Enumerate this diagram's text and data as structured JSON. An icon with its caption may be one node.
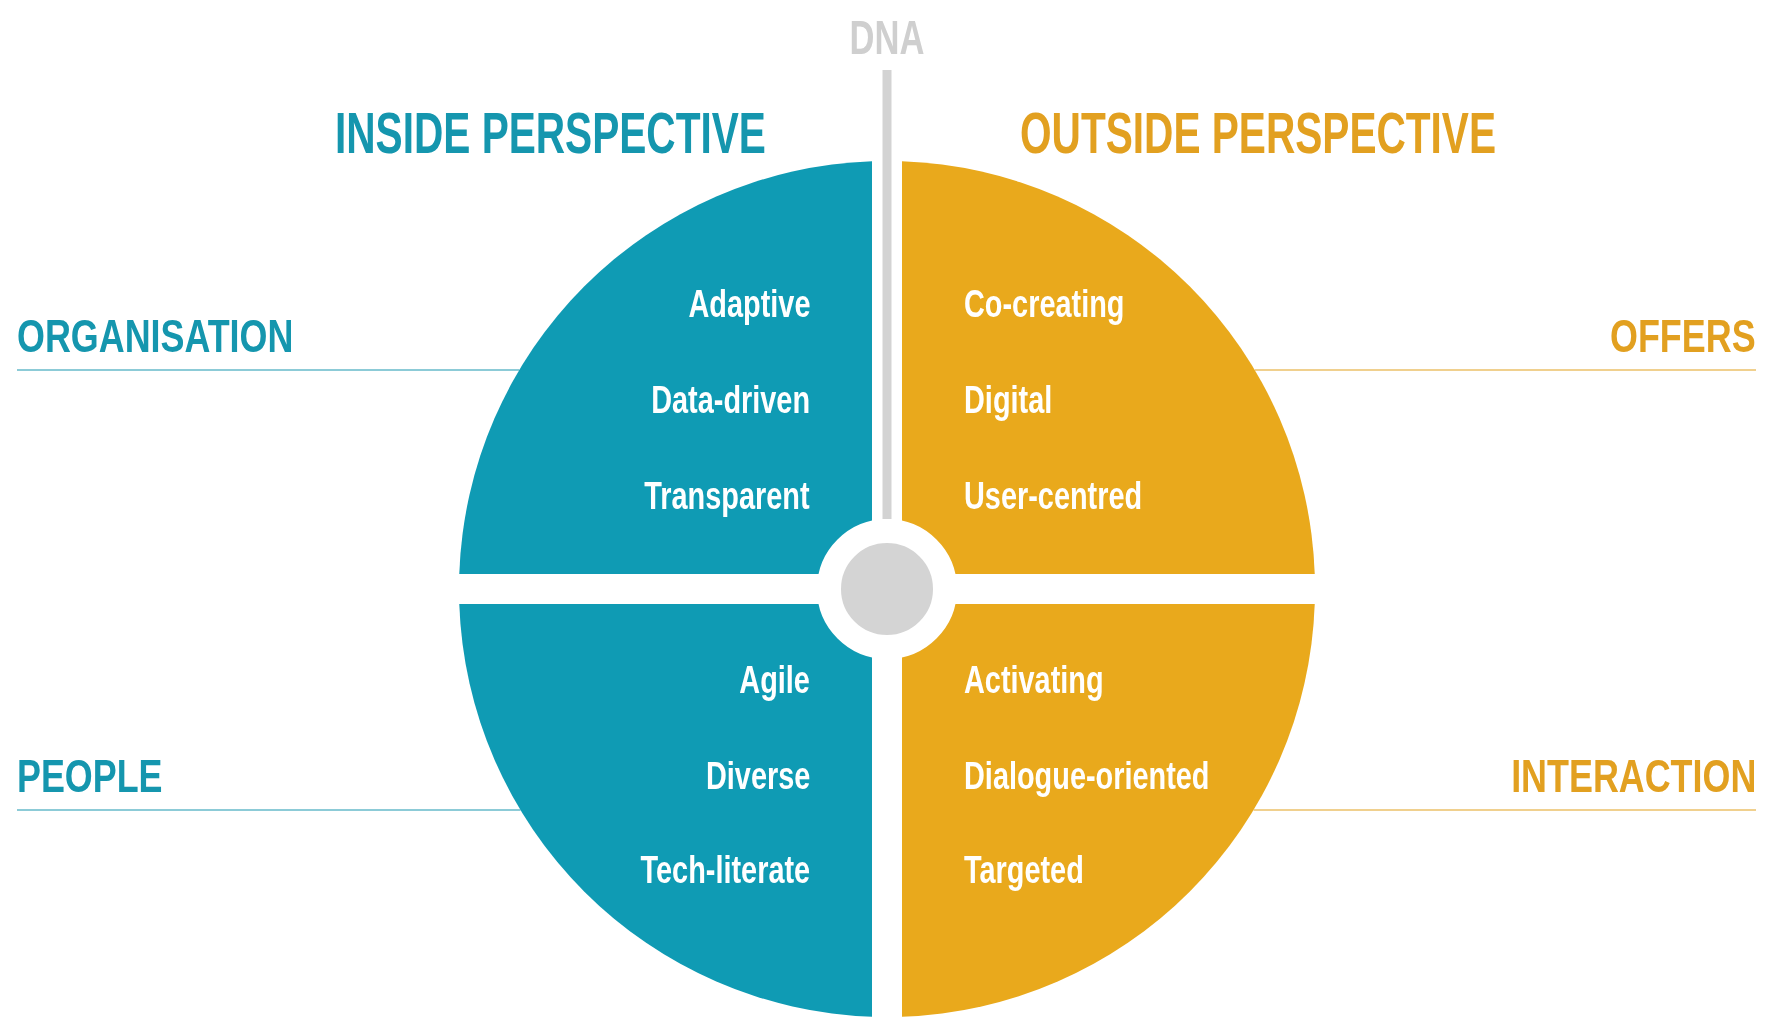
{
  "diagram": {
    "nodes": [
      {
        "text": [
          "Adaptive",
          "Data-driven",
          "Transparent"
        ]
      },
      {
        "text": [
          "Co-creating",
          "Digital",
          "User-centred"
        ]
      },
      {
        "text": [
          "Agile",
          "Diverse",
          "Tech-literate"
        ]
      },
      {
        "text": [
          "Activating",
          "Dialogue-oriented",
          "Targeted"
        ]
      },
      {
        "text": [],
        "shape": "circle"
      },
      {
        "text": [
          "DNA"
        ]
      },
      {
        "text": [
          "ORGANISATION"
        ]
      },
      {
        "text": [
          "OFFERS"
        ]
      },
      {
        "text": [
          "PEOPLE"
        ]
      },
      {
        "text": [
          "INTERACTION"
        ]
      }
    ],
    "edges": [
      {
        "from": 5,
        "to": 4,
        "arrow": "none",
        "style": "thick",
        "color": "#d3d3d3"
      },
      {
        "from": 6,
        "to": 0,
        "arrow": "none",
        "color": "#8ccbd7"
      },
      {
        "from": 7,
        "to": 1,
        "arrow": "none",
        "color": "#f0d08e"
      },
      {
        "from": 8,
        "to": 2,
        "arrow": "none",
        "color": "#8ccbd7"
      },
      {
        "from": 9,
        "to": 3,
        "arrow": "none",
        "color": "#f0d08e"
      }
    ],
    "labels": [
      "INSIDE PERSPECTIVE",
      "OUTSIDE PERSPECTIVE"
    ]
  }
}
